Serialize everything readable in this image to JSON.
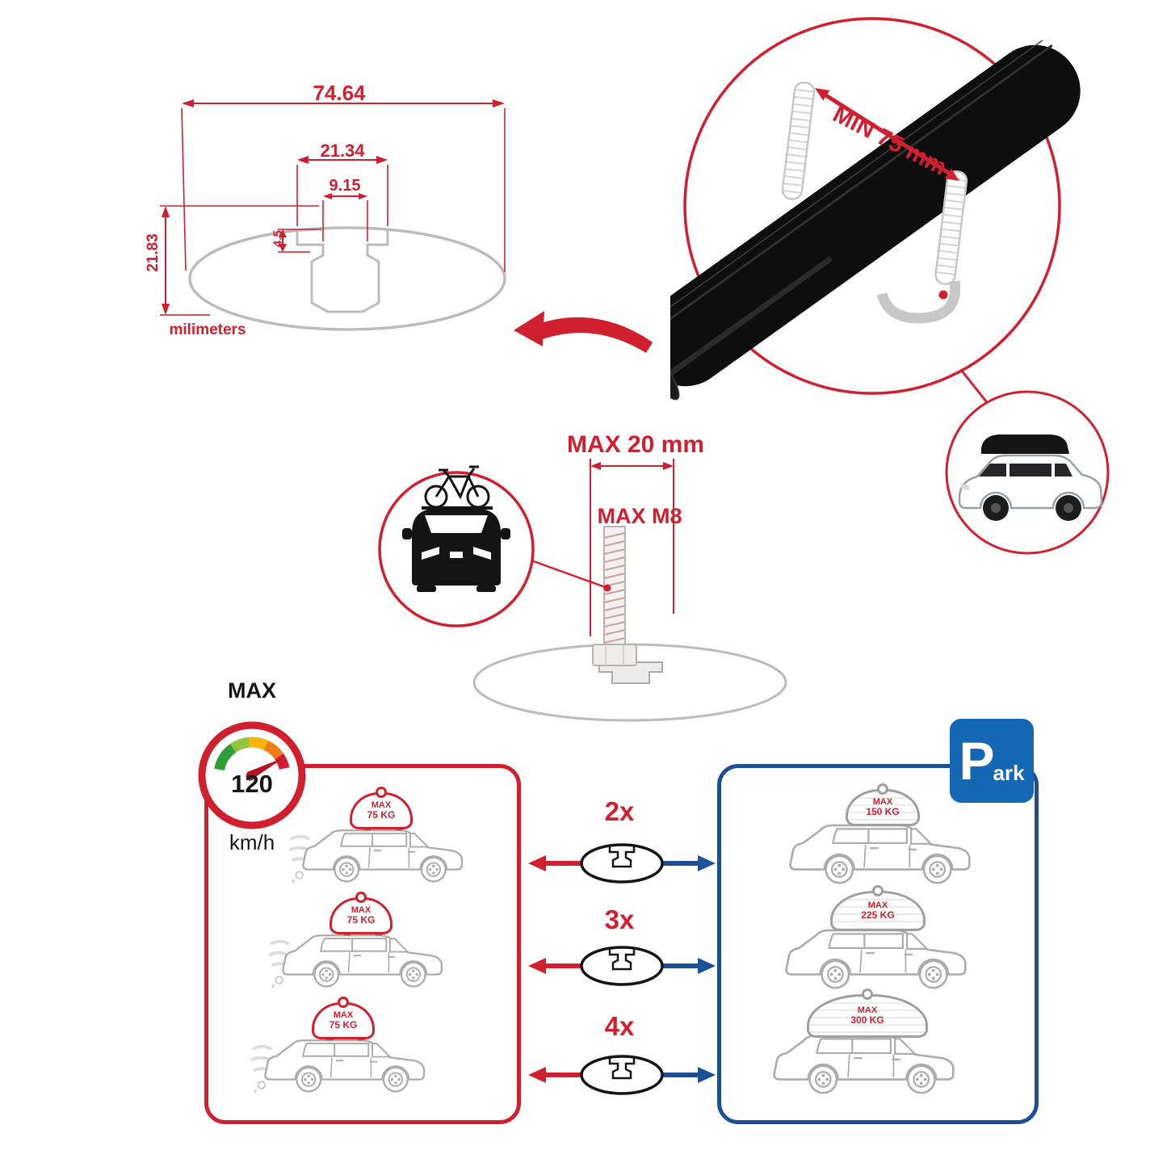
{
  "colors": {
    "red": "#d01f2e",
    "blue": "#1b4f96",
    "sign_blue": "#1467b2",
    "gray": "#acacac",
    "black": "#141414"
  },
  "tech_drawing": {
    "width_total": "74.64",
    "channel_width": "21.34",
    "slot_width": "9.15",
    "lip_depth": "4.5",
    "height_total": "21.83",
    "units_label": "milimeters"
  },
  "clamp_detail": {
    "min_width_label": "MIN 75 mm"
  },
  "bolt_detail": {
    "max_length_label": "MAX 20 mm",
    "thread_label": "MAX M8"
  },
  "speed_limit": {
    "title": "MAX",
    "value": "120",
    "units": "km/h"
  },
  "parking_sign": {
    "letter": "P",
    "suffix": "ark"
  },
  "multipliers": [
    {
      "count": "2x"
    },
    {
      "count": "3x"
    },
    {
      "count": "4x"
    }
  ],
  "driving_panel": {
    "cars": [
      {
        "cargo_line1": "MAX",
        "cargo_line2": "75 KG"
      },
      {
        "cargo_line1": "MAX",
        "cargo_line2": "75 KG"
      },
      {
        "cargo_line1": "MAX",
        "cargo_line2": "75 KG"
      }
    ]
  },
  "parked_panel": {
    "cars": [
      {
        "cargo_line1": "MAX",
        "cargo_line2": "150 KG"
      },
      {
        "cargo_line1": "MAX",
        "cargo_line2": "225 KG"
      },
      {
        "cargo_line1": "MAX",
        "cargo_line2": "300 KG"
      }
    ]
  }
}
